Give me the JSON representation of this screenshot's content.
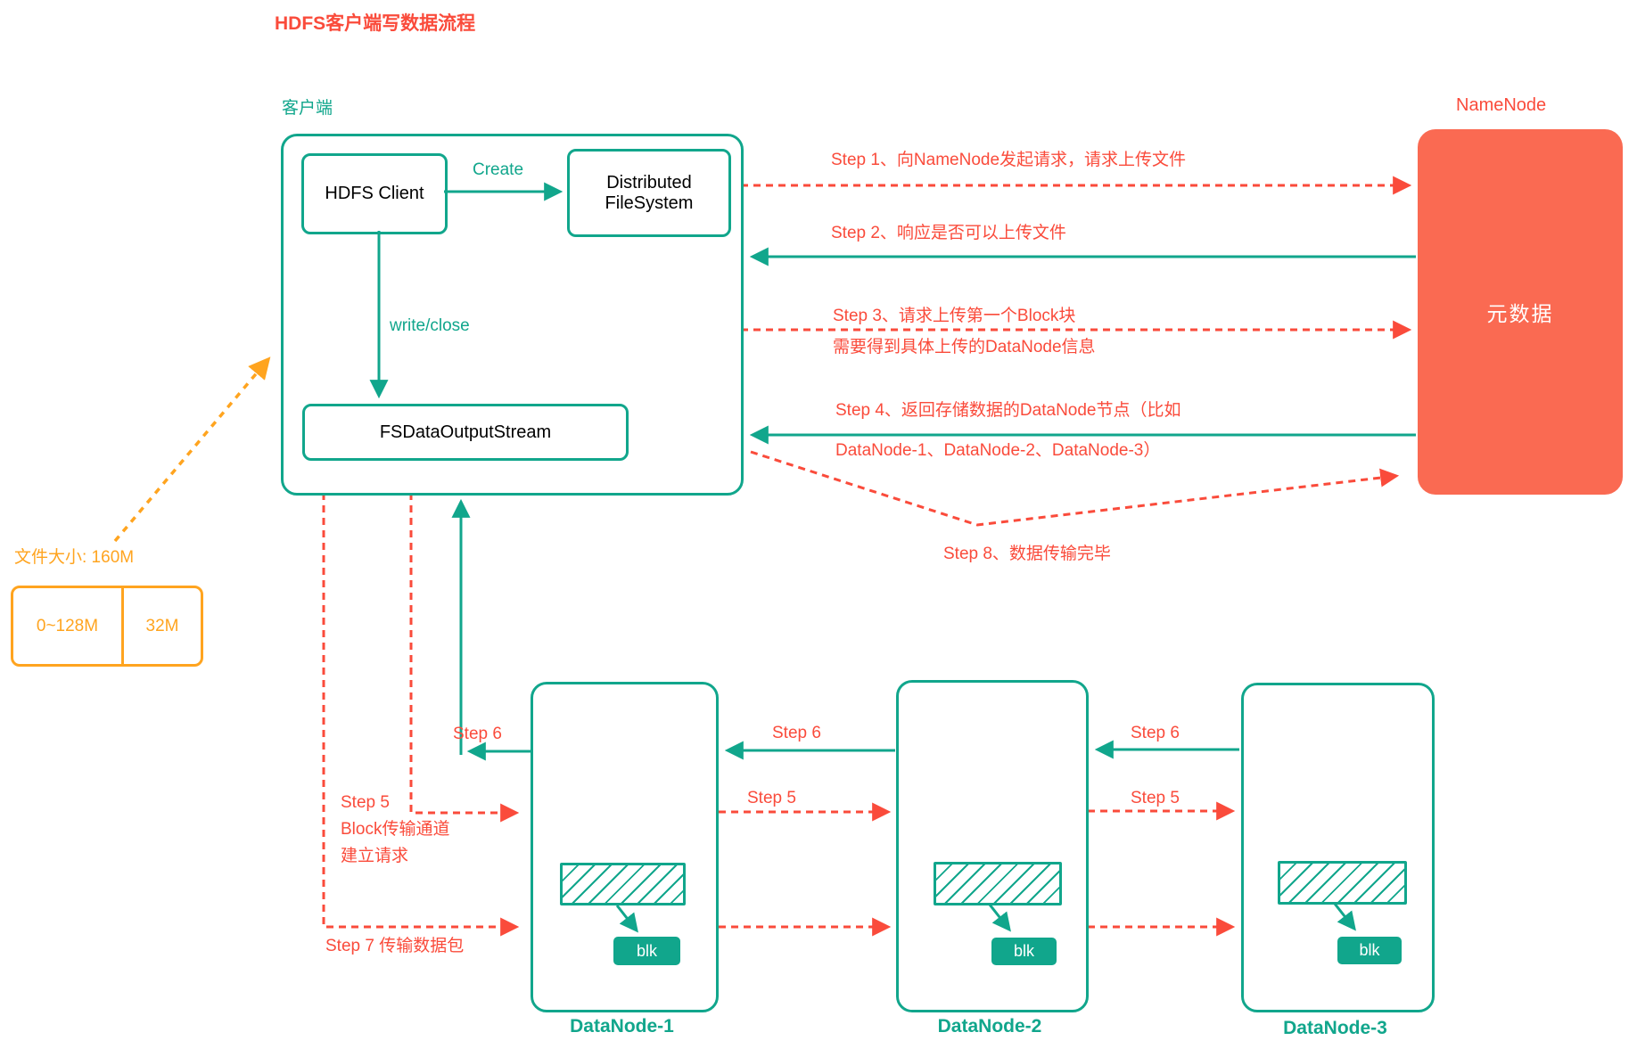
{
  "title": "HDFS客户端写数据流程",
  "colors": {
    "teal": "#11A68C",
    "red": "#FA4B3B",
    "namenode_fill": "#FA6A52",
    "orange": "#FFA41F",
    "white": "#FFFFFF"
  },
  "client": {
    "label": "客户端",
    "hdfs_client": "HDFS Client",
    "create": "Create",
    "dfs_line1": "Distributed",
    "dfs_line2": "FileSystem",
    "write_close": "write/close",
    "fsdos": "FSDataOutputStream"
  },
  "namenode": {
    "label": "NameNode",
    "content": "元数据"
  },
  "file_annotation": {
    "size_label": "文件大小: 160M",
    "cell1": "0~128M",
    "cell2": "32M"
  },
  "steps": {
    "step1": "Step 1、向NameNode发起请求，请求上传文件",
    "step2": "Step 2、响应是否可以上传文件",
    "step3_line1": "Step 3、请求上传第一个Block块",
    "step3_line2": "需要得到具体上传的DataNode信息",
    "step4_line1": "Step 4、返回存储数据的DataNode节点（比如",
    "step4_line2": "DataNode-1、DataNode-2、DataNode-3）",
    "step5": "Step 5",
    "step5_detail_line1": "Block传输通道",
    "step5_detail_line2": "建立请求",
    "step6": "Step 6",
    "step7": "Step 7 传输数据包",
    "step8": "Step 8、数据传输完毕"
  },
  "datanodes": [
    {
      "label": "DataNode-1",
      "blk": "blk"
    },
    {
      "label": "DataNode-2",
      "blk": "blk"
    },
    {
      "label": "DataNode-3",
      "blk": "blk"
    }
  ]
}
